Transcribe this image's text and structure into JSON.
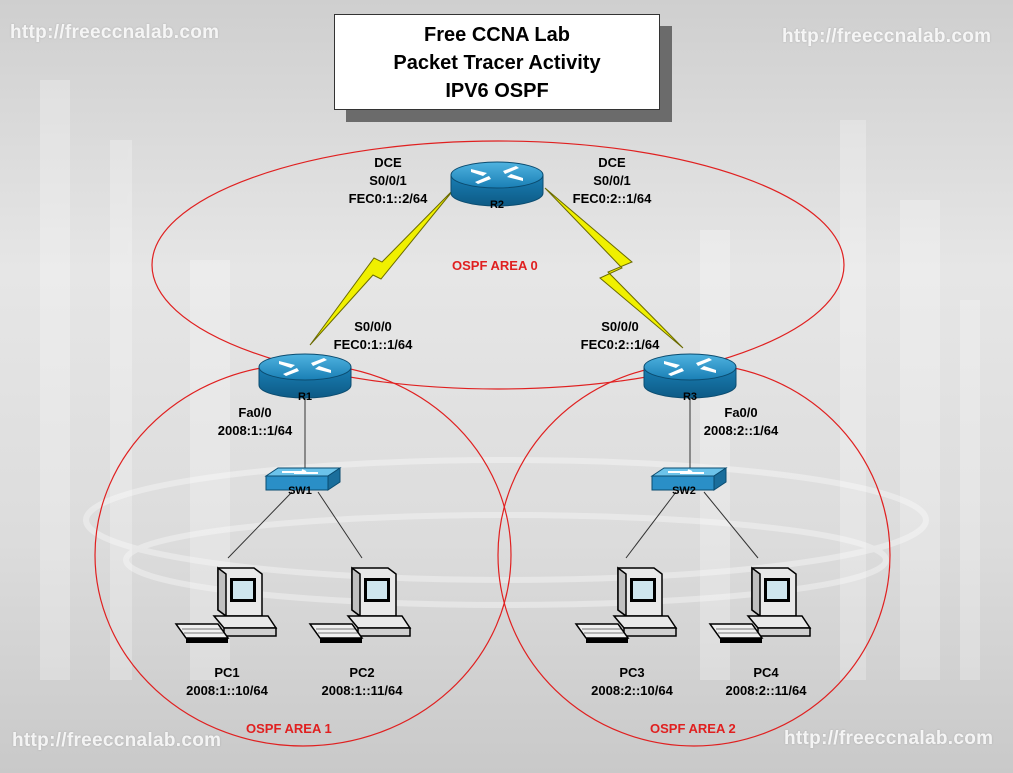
{
  "watermark": "http://freeccnalab.com",
  "title": {
    "line1": "Free CCNA Lab",
    "line2": "Packet Tracer Activity",
    "line3": "IPV6 OSPF"
  },
  "areas": {
    "area0": "OSPF AREA 0",
    "area1": "OSPF AREA 1",
    "area2": "OSPF AREA 2"
  },
  "devices": {
    "r1": "R1",
    "r2": "R2",
    "r3": "R3",
    "sw1": "SW1",
    "sw2": "SW2",
    "pc1": "PC1",
    "pc2": "PC2",
    "pc3": "PC3",
    "pc4": "PC4"
  },
  "interfaces": {
    "r2_left": {
      "dce": "DCE",
      "port": "S0/0/1",
      "addr": "FEC0:1::2/64"
    },
    "r2_right": {
      "dce": "DCE",
      "port": "S0/0/1",
      "addr": "FEC0:2::1/64"
    },
    "r1_serial": {
      "port": "S0/0/0",
      "addr": "FEC0:1::1/64"
    },
    "r3_serial": {
      "port": "S0/0/0",
      "addr": "FEC0:2::1/64"
    },
    "r1_fa": {
      "port": "Fa0/0",
      "addr": "2008:1::1/64"
    },
    "r3_fa": {
      "port": "Fa0/0",
      "addr": "2008:2::1/64"
    }
  },
  "hosts": {
    "pc1": "2008:1::10/64",
    "pc2": "2008:1::11/64",
    "pc3": "2008:2::10/64",
    "pc4": "2008:2::11/64"
  },
  "colors": {
    "area_outline": "#e02020",
    "serial_link": "#f0f000",
    "router_blue": "#1a7fb5",
    "switch_blue": "#2a8fc7"
  }
}
